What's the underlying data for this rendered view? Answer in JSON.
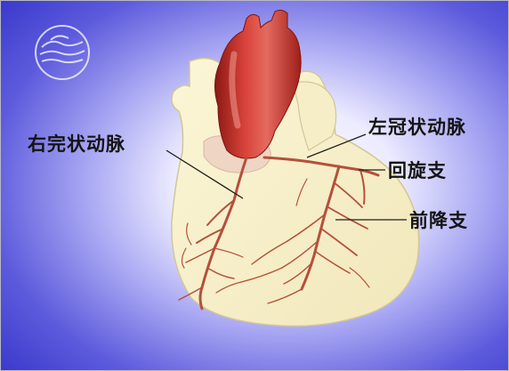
{
  "labels": {
    "right_coronary_artery": "右完状动脉",
    "left_coronary_artery": "左冠状动脉",
    "circumflex_branch": "回旋支",
    "anterior_descending_branch": "前降支"
  },
  "colors": {
    "background_edge": "#3333c9",
    "background_center": "#ffffff",
    "heart_fill": "#f7f0c8",
    "aorta": "#c8322b",
    "vessel": "#b4503c",
    "leader_line": "#1e1e1e",
    "label_text": "#141414"
  },
  "icons": {
    "corner_mark": "publisher-logo-icon"
  }
}
